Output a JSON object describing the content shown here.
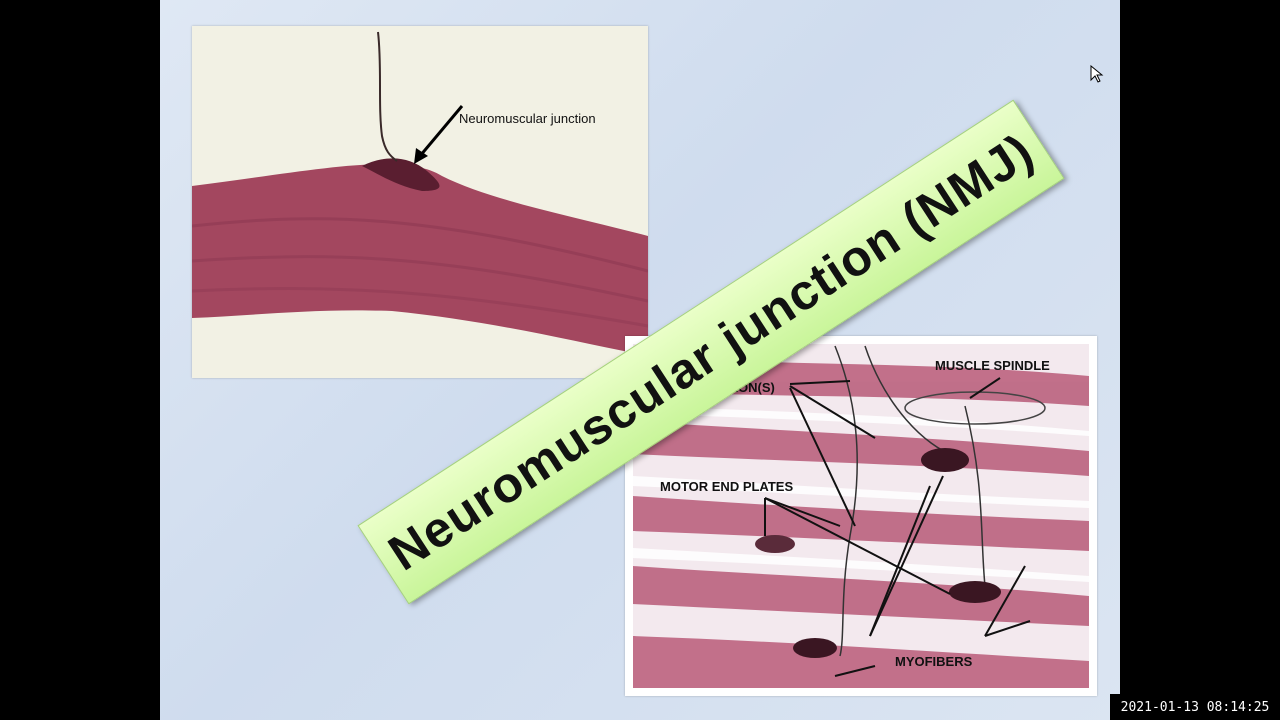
{
  "slide": {
    "image1_label": "Neuromuscular junction",
    "image2_labels": {
      "muscle_spindle": "MUSCLE SPINDLE",
      "axons": "AXON(S)",
      "motor_end_plates": "MOTOR END PLATES",
      "myofibers": "MYOFIBERS"
    },
    "banner_title": "Neuromuscular junction (NMJ)"
  },
  "overlay": {
    "timestamp": "2021-01-13  08:14:25"
  },
  "colors": {
    "slide_bg": "#d8e3f1",
    "banner": "#d8f7b0",
    "tissue": "#a84b66"
  }
}
